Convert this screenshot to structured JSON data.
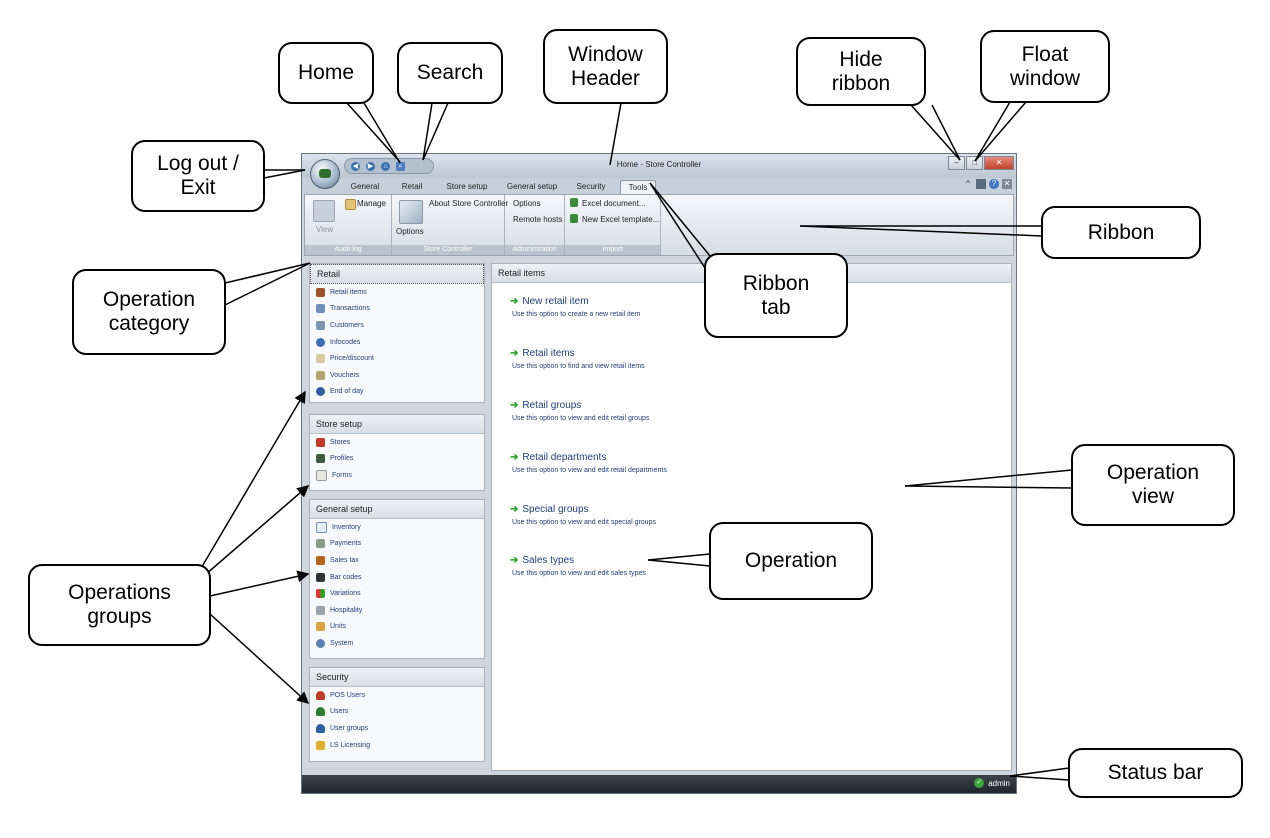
{
  "window": {
    "title": "Home - Store Controller",
    "quick_access": [
      "back-icon",
      "forward-icon",
      "home-icon",
      "search-icon"
    ],
    "window_buttons": [
      "minimize",
      "maximize",
      "close"
    ]
  },
  "ribbon": {
    "tabs": [
      "General",
      "Retail",
      "Store setup",
      "General setup",
      "Security",
      "Tools"
    ],
    "active_tab": "Tools",
    "groups": [
      {
        "label": "Audit log",
        "items": [
          "View",
          "Manage"
        ]
      },
      {
        "label": "Store Controller",
        "items": [
          "Options",
          "About Store Controller"
        ]
      },
      {
        "label": "Administration",
        "items": [
          "Options",
          "Remote hosts"
        ]
      },
      {
        "label": "Import",
        "items": [
          "Excel document...",
          "New Excel template..."
        ]
      }
    ]
  },
  "sidebar": [
    {
      "title": "Retail",
      "items": [
        "Retail items",
        "Transactions",
        "Customers",
        "Infocodes",
        "Price/discount",
        "Vouchers",
        "End of day"
      ]
    },
    {
      "title": "Store setup",
      "items": [
        "Stores",
        "Profiles",
        "Forms"
      ]
    },
    {
      "title": "General setup",
      "items": [
        "Inventory",
        "Payments",
        "Sales tax",
        "Bar codes",
        "Variations",
        "Hospitality",
        "Units",
        "System"
      ]
    },
    {
      "title": "Security",
      "items": [
        "POS Users",
        "Users",
        "User groups",
        "LS Licensing"
      ]
    }
  ],
  "main": {
    "title": "Retail items",
    "operations": [
      {
        "title": "New retail item",
        "desc": "Use this option to create a new retail item"
      },
      {
        "title": "Retail items",
        "desc": "Use this option to find and view retail items"
      },
      {
        "title": "Retail groups",
        "desc": "Use this option to view and edit retail groups"
      },
      {
        "title": "Retail departments",
        "desc": "Use this option to view and edit retail departments"
      },
      {
        "title": "Special groups",
        "desc": "Use this option to view and edit special groups"
      },
      {
        "title": "Sales types",
        "desc": "Use this option to view and edit sales types"
      }
    ]
  },
  "status_bar": {
    "user": "admin"
  },
  "callouts": {
    "home": "Home",
    "search": "Search",
    "window_header": "Window\nHeader",
    "hide_ribbon": "Hide\nribbon",
    "float_window": "Float\nwindow",
    "logout": "Log out /\nExit",
    "ribbon": "Ribbon",
    "operation_category": "Operation\ncategory",
    "ribbon_tab": "Ribbon\ntab",
    "operation_view": "Operation\nview",
    "operation": "Operation",
    "operations_groups": "Operations\ngroups",
    "status_bar": "Status bar"
  },
  "colors": {
    "accent_arrow": "#2aa22a",
    "link": "#1f3f7a",
    "status_bg": "#2a3036"
  }
}
